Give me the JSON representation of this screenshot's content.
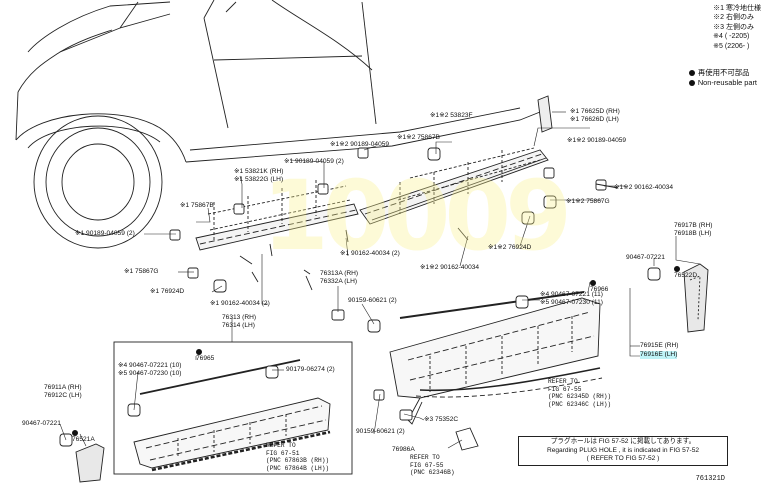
{
  "legend": {
    "items": [
      "※1 寒冷地仕様",
      "※2 右側のみ",
      "※3 左側のみ",
      "※4 (      -2205)",
      "※5 (2206-      )"
    ],
    "reuse_jp": "再使用不可部品",
    "reuse_en": "Non-reusable part"
  },
  "parts": {
    "p76625": [
      "※1 76625D (RH)",
      "※1 76626D (LH)"
    ],
    "p53823f": "※1※2 53823F",
    "p90189_top": "※1※2 90189-04059",
    "p75867b_top": "※1※2 75867B",
    "p90189_mid": "※1※2 90189-04059",
    "p90189_2": "※1 90189-04059 (2)",
    "p53821": [
      "※1 53821K (RH)",
      "※1 53822G (LH)"
    ],
    "p75867b_left": "※1 75867B",
    "p90189_left": "※1 90189-04059 (2)",
    "p75867g_left": "※1 75867G",
    "p76924_left": "※1 76924D",
    "p90162_left": "※1 90162-40034 (2)",
    "p90162_mid": "※1 90162-40034 (2)",
    "p90162_b": "※1※2 90162-40034",
    "p76924_mid": "※1※2 76924D",
    "p90162_right": "※1※2 90162-40034",
    "p75867g_right": "※1※2 75867G",
    "p76313a": [
      "76313A (RH)",
      "76332A (LH)"
    ],
    "p90159_a": "90159-60621 (2)",
    "p76313": [
      "76313 (RH)",
      "76314 (LH)"
    ],
    "p76917": [
      "76917B (RH)",
      "76918B (LH)"
    ],
    "p90467_rt": "90467-07221",
    "p76522": "76522D",
    "p76966": "76966",
    "p90467_mid": [
      "※4 90467-07221 (11)",
      "※5 90467-07230 (11)"
    ],
    "p76915": "76915E (RH)",
    "p76916": "76916E (LH)",
    "p76965": "76965",
    "p90467_box": [
      "※4 90467-07221 (10)",
      "※5 90467-07230 (10)"
    ],
    "p90179": "90179-06274 (2)",
    "p76911": [
      "76911A (RH)",
      "76912C (LH)"
    ],
    "p90467_lb": "90467-07221",
    "p76521": "76521A",
    "p90159_b": "90159-60621 (2)",
    "p75352": "※3 75352C",
    "p76986": "76986A"
  },
  "refs": {
    "r1": [
      "REFER TO",
      "FIG 67-55",
      "(PNC 62345D (RH))",
      "(PNC 62346C (LH))"
    ],
    "r2": [
      "REFER TO",
      "FIG 67-51",
      "(PNC 67863B (RH))",
      "(PNC 67864B (LH))"
    ],
    "r3": [
      "REFER TO",
      "FIG 67-55",
      "(PNC 62346B)"
    ]
  },
  "note": {
    "line1": "プラグホールは FIG 57-52 に掲載してあります。",
    "line2": "Regarding  PLUG HOLE , it is indicated in FIG 57-52",
    "line3": "( REFER TO FIG 57-52 )"
  },
  "illustration_no": "761321D",
  "watermark": "10009"
}
